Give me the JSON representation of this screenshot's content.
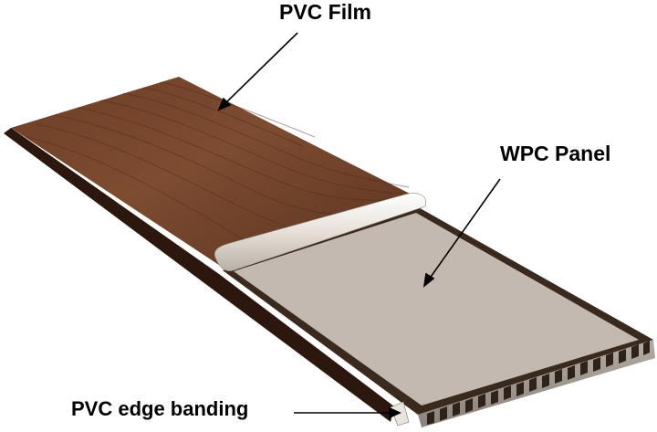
{
  "labels": {
    "film": "PVC Film",
    "wpc": "WPC Panel",
    "edge": "PVC edge banding"
  },
  "colors": {
    "wood_light": "#7a4a30",
    "wood_dark": "#3e2012",
    "panel_face": "#c4b9b0",
    "panel_border": "#3a2a1e",
    "panel_edge": "#9c948d",
    "film_curl": "#ece6df",
    "text": "#000000"
  }
}
